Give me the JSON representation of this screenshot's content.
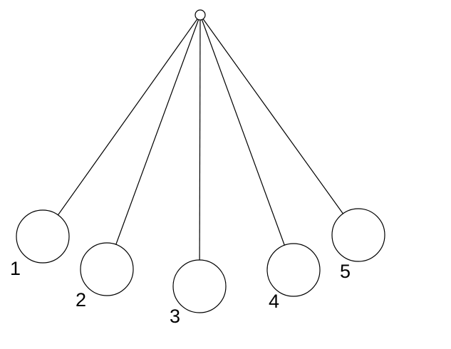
{
  "diagram": {
    "type": "pendulum-swing-positions",
    "background_color": "#ffffff",
    "stroke_color": "#000000",
    "label_color": "#000000",
    "bob_fill_color": "#ffffff",
    "pivot": {
      "label": ""
    },
    "bobs": [
      {
        "label": "1"
      },
      {
        "label": "2"
      },
      {
        "label": "3"
      },
      {
        "label": "4"
      },
      {
        "label": "5"
      }
    ]
  }
}
